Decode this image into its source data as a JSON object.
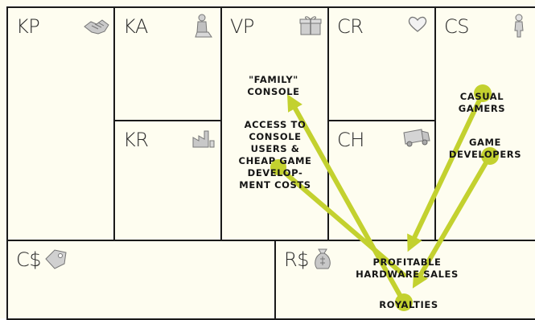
{
  "canvas": {
    "blocks": [
      {
        "id": "kp",
        "abbr": "KP",
        "icon": "handshake-icon"
      },
      {
        "id": "ka",
        "abbr": "KA",
        "icon": "worker-icon"
      },
      {
        "id": "vp",
        "abbr": "VP",
        "icon": "gift-icon"
      },
      {
        "id": "cr",
        "abbr": "CR",
        "icon": "heart-icon"
      },
      {
        "id": "cs",
        "abbr": "CS",
        "icon": "person-icon"
      },
      {
        "id": "kr",
        "abbr": "KR",
        "icon": "factory-icon"
      },
      {
        "id": "ch",
        "abbr": "CH",
        "icon": "truck-icon"
      },
      {
        "id": "cost",
        "abbr": "C$",
        "icon": "price-tag-icon"
      },
      {
        "id": "rev",
        "abbr": "R$",
        "icon": "money-bag-icon"
      }
    ],
    "notes": {
      "vp_family": [
        "\"FAMILY\"",
        "CONSOLE"
      ],
      "vp_access": [
        "ACCESS TO",
        "CONSOLE",
        "USERS &",
        "CHEAP GAME",
        "DEVELOP-",
        "MENT COSTS"
      ],
      "cs_casual": [
        "CASUAL",
        "GAMERS"
      ],
      "cs_devs": [
        "GAME",
        "DEVELOPERS"
      ],
      "rev_sales": [
        "PROFITABLE",
        "HARDWARE SALES"
      ],
      "rev_royalties": [
        "ROYALTIES"
      ]
    },
    "colors": {
      "arrow": "#c3d12f",
      "border": "#1a1a1a",
      "background": "#fefdf0"
    }
  }
}
